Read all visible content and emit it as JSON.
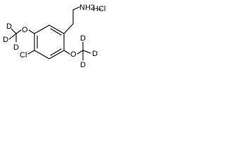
{
  "molecule": {
    "salt_formula": "HCl",
    "amine_group": "NH2",
    "chlorine": "Cl",
    "oxygen_upper": "O",
    "oxygen_lower": "O",
    "deuterium_label": "D"
  },
  "colors": {
    "background": "#ffffff",
    "ink": "#000000"
  }
}
